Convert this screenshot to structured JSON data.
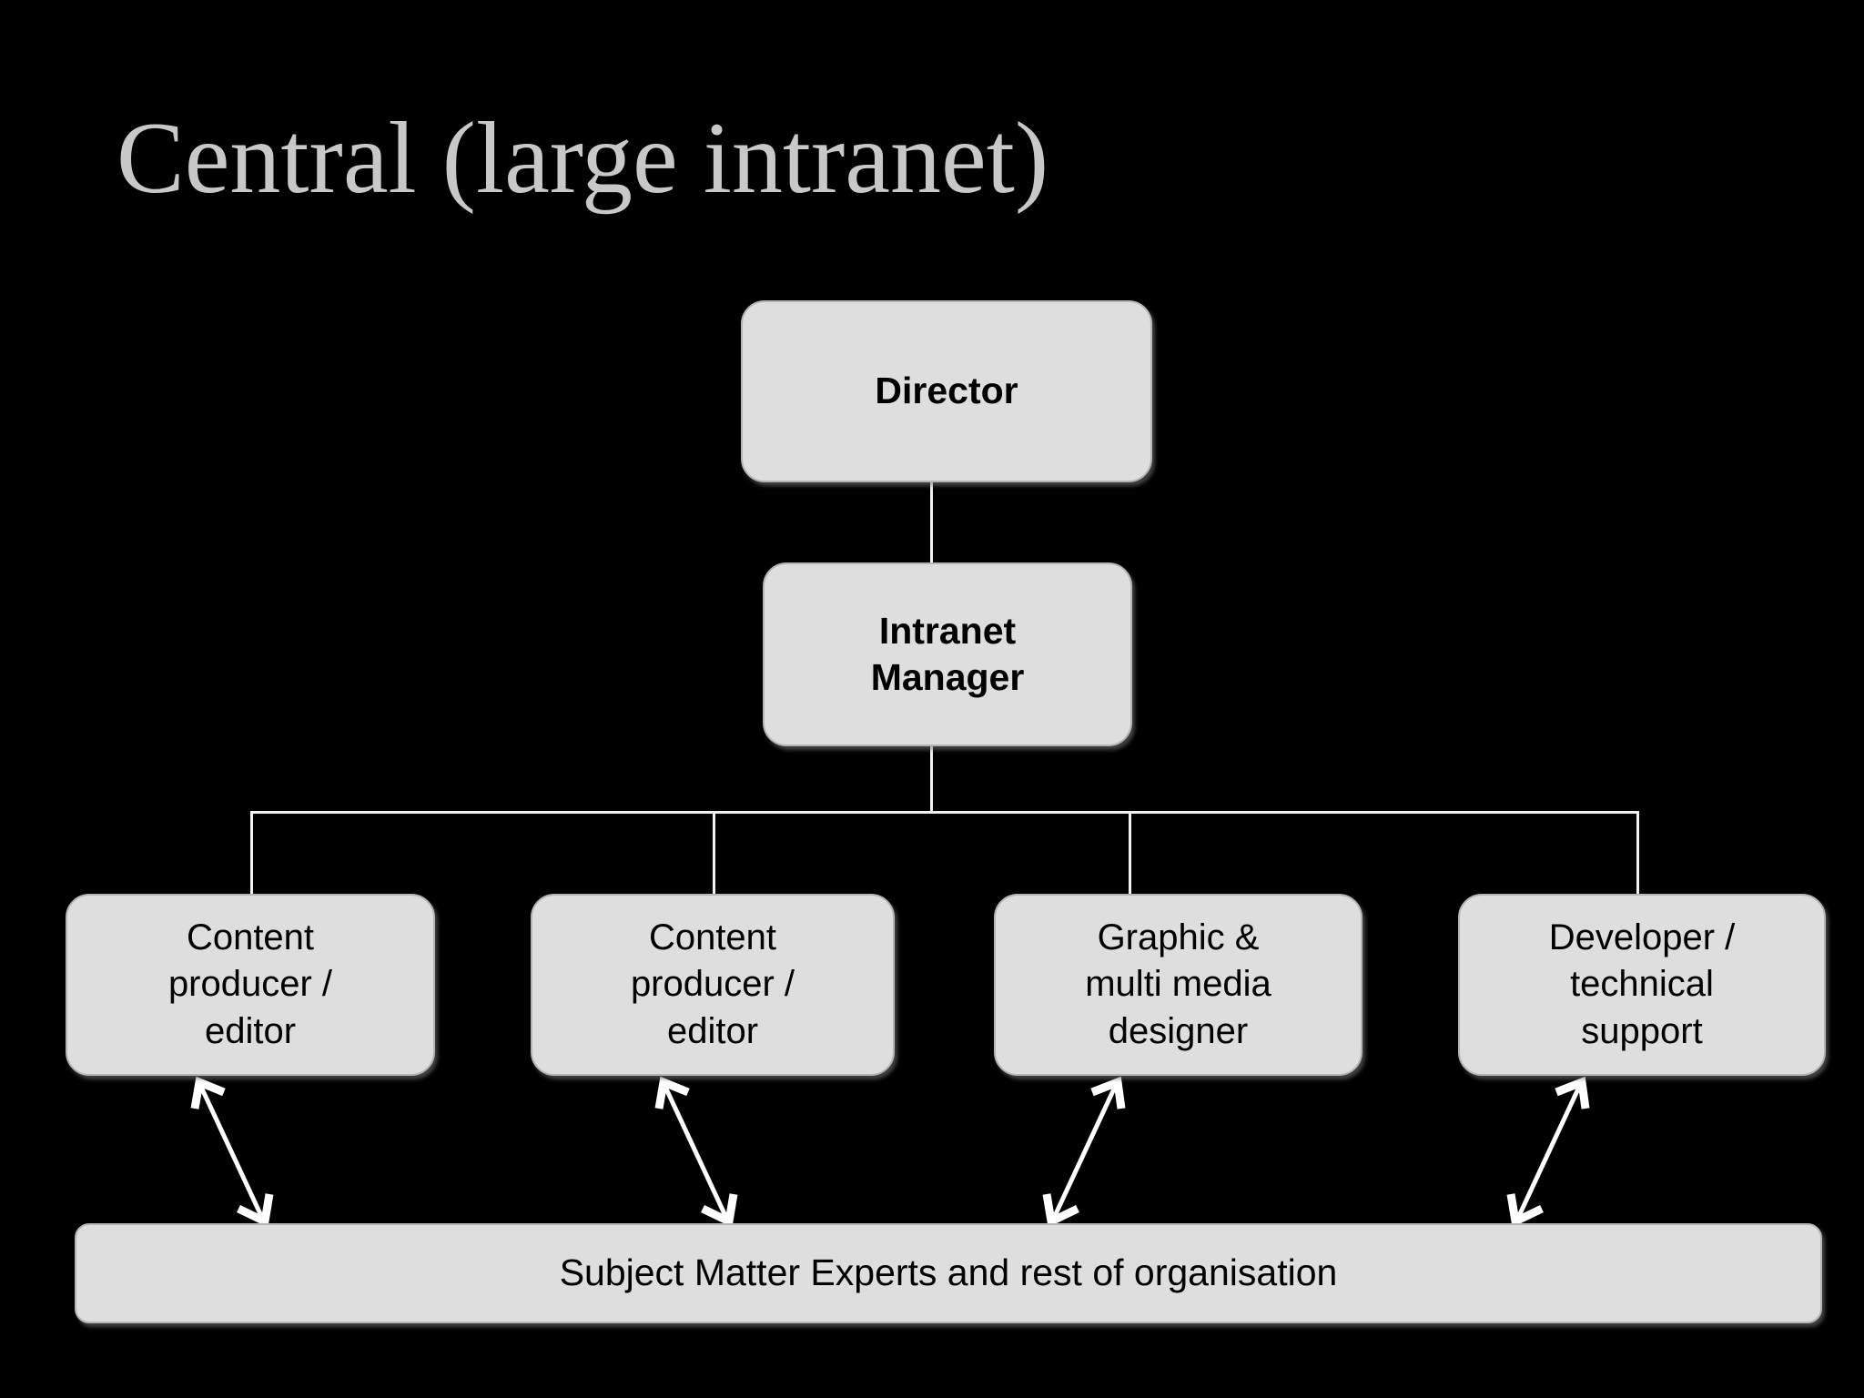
{
  "slide": {
    "title": "Central (large intranet)",
    "background_color": "#000000",
    "title_color": "#c8c8c8",
    "node_fill_color": "#dedede",
    "node_border_color": "#b4b4b4",
    "connector_color": "#f2f2f2",
    "arrow_color": "#ffffff"
  },
  "chart_data": {
    "type": "diagram",
    "diagram_kind": "organisation-chart",
    "title": "Central (large intranet)",
    "nodes": [
      {
        "id": "director",
        "label": "Director",
        "level": 0,
        "bold": true
      },
      {
        "id": "manager",
        "label": "Intranet\nManager",
        "level": 1,
        "bold": true
      },
      {
        "id": "child-0",
        "label": "Content\nproducer /\neditor",
        "level": 2,
        "bold": false
      },
      {
        "id": "child-1",
        "label": "Content\nproducer /\neditor",
        "level": 2,
        "bold": false
      },
      {
        "id": "child-2",
        "label": "Graphic  &\nmulti media\ndesigner",
        "level": 2,
        "bold": false
      },
      {
        "id": "child-3",
        "label": "Developer /\ntechnical\nsupport",
        "level": 2,
        "bold": false
      },
      {
        "id": "sme",
        "label": "Subject Matter Experts and rest of organisation",
        "level": 3,
        "bold": false
      }
    ],
    "edges": [
      {
        "from": "director",
        "to": "manager",
        "style": "line",
        "arrows": "none"
      },
      {
        "from": "manager",
        "to": "child-0",
        "style": "elbow",
        "arrows": "none"
      },
      {
        "from": "manager",
        "to": "child-1",
        "style": "elbow",
        "arrows": "none"
      },
      {
        "from": "manager",
        "to": "child-2",
        "style": "elbow",
        "arrows": "none"
      },
      {
        "from": "manager",
        "to": "child-3",
        "style": "elbow",
        "arrows": "none"
      },
      {
        "from": "child-0",
        "to": "sme",
        "style": "diagonal",
        "arrows": "double"
      },
      {
        "from": "child-1",
        "to": "sme",
        "style": "diagonal",
        "arrows": "double"
      },
      {
        "from": "child-2",
        "to": "sme",
        "style": "diagonal",
        "arrows": "double"
      },
      {
        "from": "child-3",
        "to": "sme",
        "style": "diagonal",
        "arrows": "double"
      }
    ]
  },
  "nodes": {
    "director": {
      "label": "Director"
    },
    "manager": {
      "label": "Intranet\nManager"
    },
    "child_0": {
      "label": "Content\nproducer /\neditor"
    },
    "child_1": {
      "label": "Content\nproducer /\neditor"
    },
    "child_2": {
      "label": "Graphic  &\nmulti media\ndesigner"
    },
    "child_3": {
      "label": "Developer /\ntechnical\nsupport"
    },
    "sme": {
      "label": "Subject Matter Experts and rest of organisation"
    }
  }
}
